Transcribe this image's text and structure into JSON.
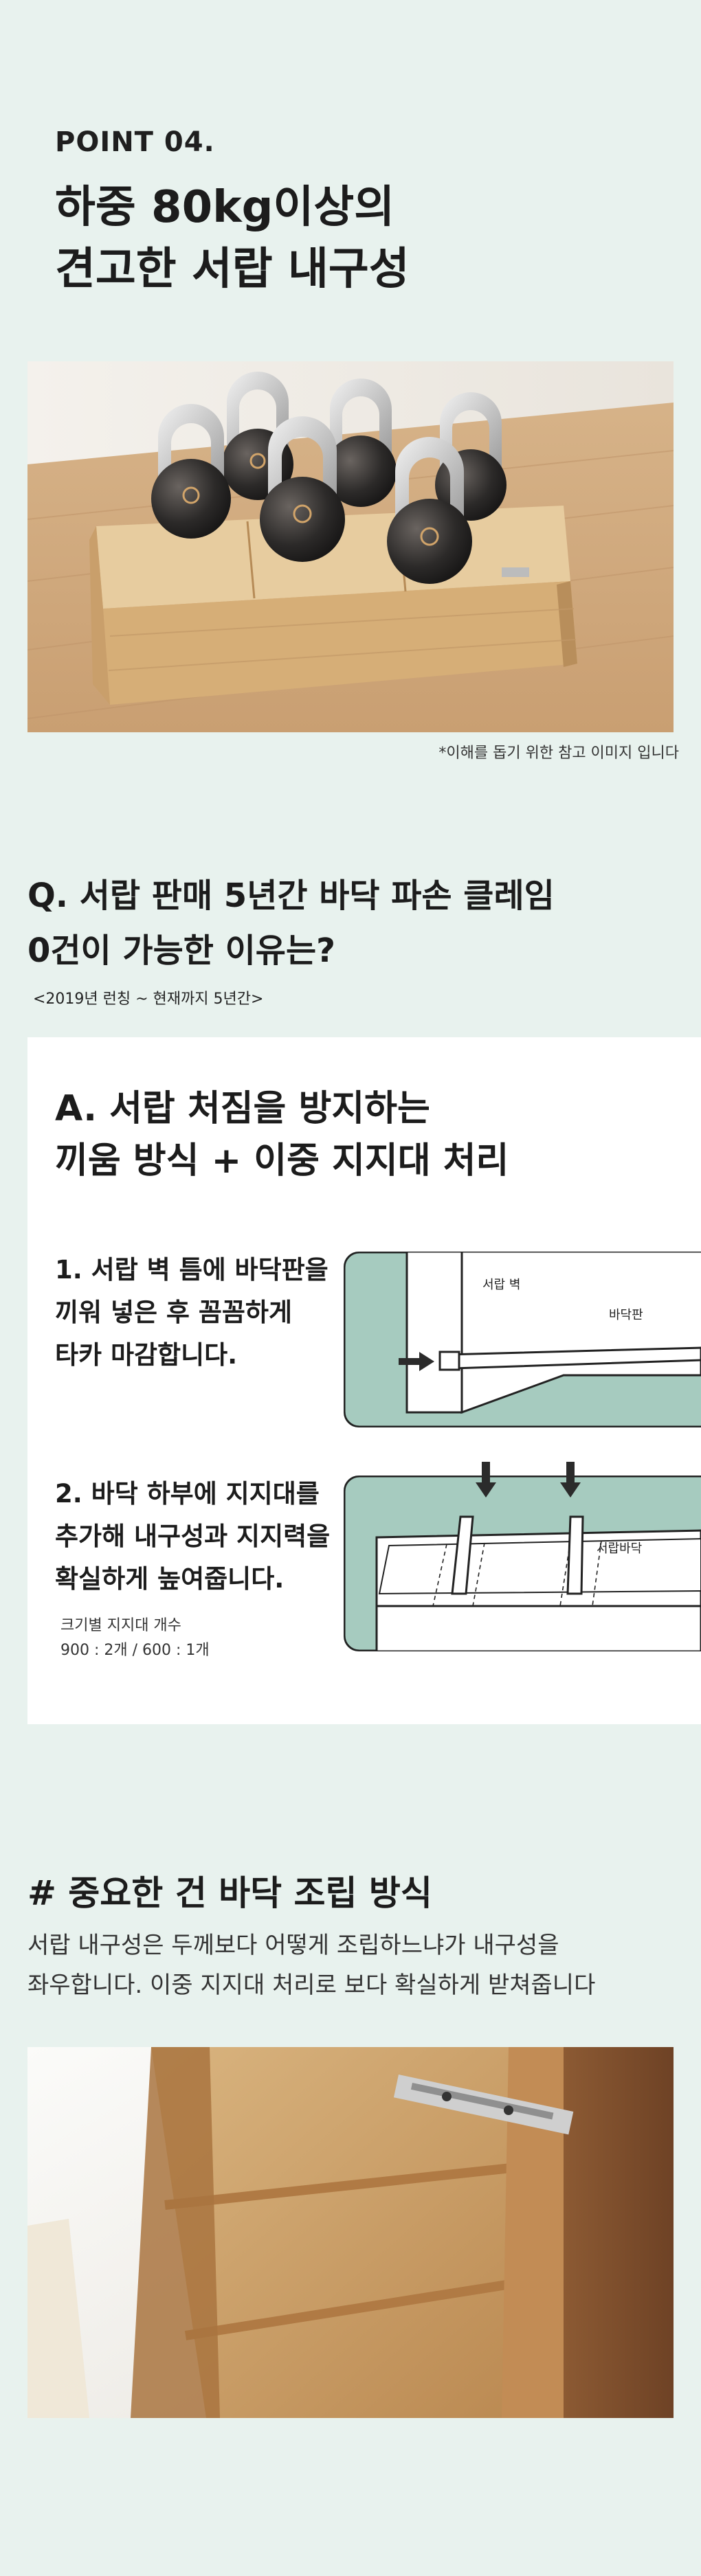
{
  "point": {
    "label": "POINT 04.",
    "title_line1": "하중 80kg이상의",
    "title_line2": "견고한 서랍 내구성"
  },
  "photo1": {
    "caption": "*이해를 돕기 위한 참고 이미지 입니다"
  },
  "question": {
    "line1": "Q. 서랍 판매 5년간 바닥 파손 클레임",
    "line2": "0건이 가능한 이유는?",
    "sub": "<2019년 런칭 ~ 현재까지 5년간>"
  },
  "answer": {
    "line1": "A. 서랍 처짐을 방지하는",
    "line2": "끼움 방식 + 이중 지지대 처리"
  },
  "step1": {
    "line1": "1. 서랍 벽 틈에 바닥판을",
    "line2": "끼워 넣은 후 꼼꼼하게",
    "line3": "타카 마감합니다.",
    "diagram_label_wall": "서랍 벽",
    "diagram_label_floor": "바닥판"
  },
  "step2": {
    "line1": "2. 바닥 하부에 지지대를",
    "line2": "추가해 내구성과 지지력을",
    "line3": "확실하게 높여줍니다.",
    "note1": "크기별 지지대 개수",
    "note2": "900 : 2개 / 600 : 1개",
    "diagram_label": "서랍바닥"
  },
  "assembly": {
    "title": "# 중요한 건 바닥 조립 방식",
    "text1": "서랍 내구성은 두께보다 어떻게 조립하느냐가 내구성을",
    "text2": "좌우합니다. 이중 지지대 처리로 보다 확실하게 받쳐줍니다"
  },
  "colors": {
    "background": "#e8f2ee",
    "diagram_green": "#a6cbbf",
    "wood": "#d9b47f"
  },
  "icons": {
    "arrow_right": "arrow-right-icon",
    "arrow_down": "arrow-down-icon"
  }
}
